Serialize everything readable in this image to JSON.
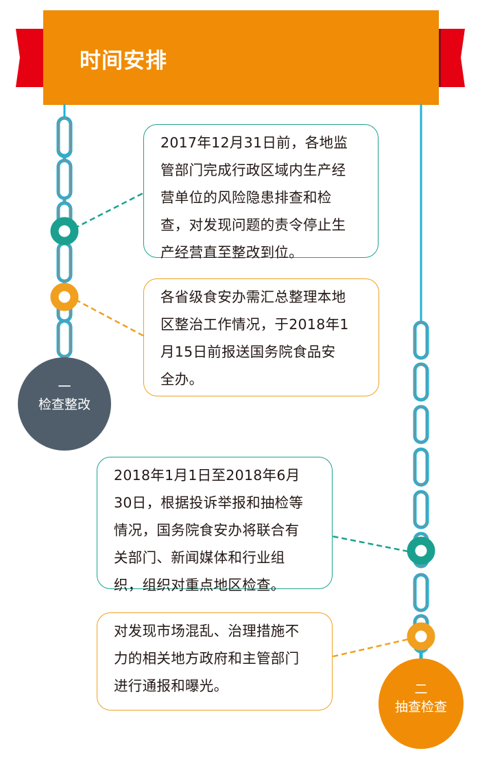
{
  "header": {
    "title": "时间安排",
    "banner_color": "#f08c06",
    "ribbon_color": "#e50012",
    "ribbon_dark_color": "#8b0a1a"
  },
  "colors": {
    "teal": "#1ba08f",
    "orange": "#f0a01e",
    "chain": "#1fb2d7",
    "chain_inner": "#8c8c8c",
    "stage1_bg": "#505e6b",
    "stage2_bg": "#f08c06"
  },
  "stages": [
    {
      "number": "一",
      "label": "检查整改",
      "items": [
        {
          "style": "teal",
          "lines": [
            "2017年12月31日前，各地监",
            "管部门完成行政区域内生产经",
            "营单位的风险隐患排查和检",
            "查，对发现问题的责令停止生",
            "产经营直至整改到位。"
          ]
        },
        {
          "style": "orange",
          "lines": [
            "各省级食安办需汇总整理本地",
            "区整治工作情况，于2018年1",
            "月15日前报送国务院食品安",
            "全办。"
          ]
        }
      ]
    },
    {
      "number": "二",
      "label": "抽查检查",
      "items": [
        {
          "style": "teal",
          "lines": [
            "2018年1月1日至2018年6月",
            "30日，根据投诉举报和抽检等",
            "情况，国务院食安办将联合有",
            "关部门、新闻媒体和行业组",
            "织，组织对重点地区检查。"
          ]
        },
        {
          "style": "orange",
          "lines": [
            "对发现市场混乱、治理措施不",
            "力的相关地方政府和主管部门",
            "进行通报和曝光。"
          ]
        }
      ]
    }
  ]
}
